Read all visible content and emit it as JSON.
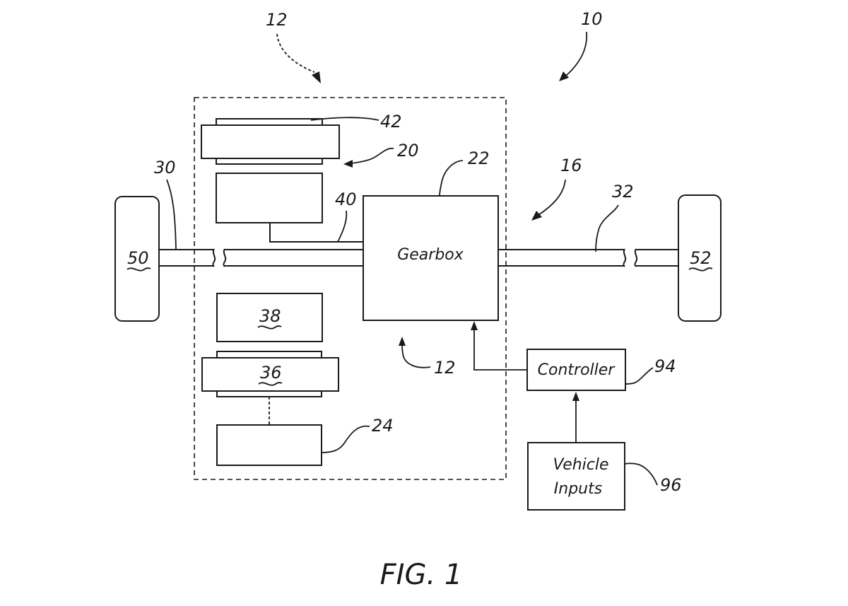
{
  "figure_caption": "FIG. 1",
  "blocks": {
    "gearbox": "Gearbox",
    "controller": "Controller",
    "vehicle_inputs_line1": "Vehicle",
    "vehicle_inputs_line2": "Inputs"
  },
  "refs": {
    "r10": "10",
    "r12_top": "12",
    "r12_inner": "12",
    "r16": "16",
    "r20": "20",
    "r22": "22",
    "r24": "24",
    "r30": "30",
    "r32": "32",
    "r36": "36",
    "r38": "38",
    "r40": "40",
    "r42": "42",
    "r50": "50",
    "r52": "52",
    "r94": "94",
    "r96": "96"
  }
}
